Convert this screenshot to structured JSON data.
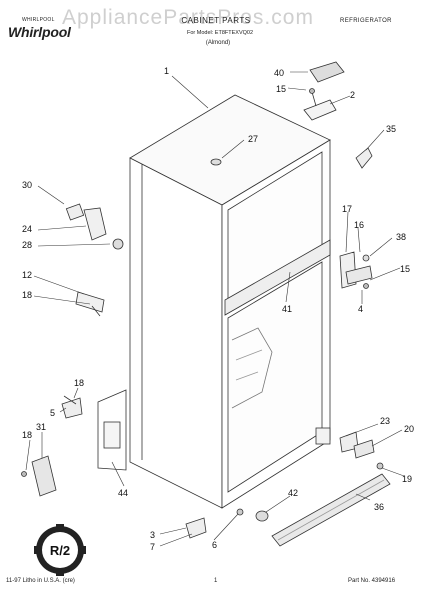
{
  "header": {
    "brand_small": "WHIRLPOOL",
    "brand": "Whirlpool",
    "watermark": "AppliancePartsPros.com",
    "title": "CABINET PARTS",
    "model": "For Model: ET8FTEXVQ02",
    "color": "(Almond)",
    "category": "REFRIGERATOR"
  },
  "callouts": [
    "1",
    "40",
    "15",
    "2",
    "27",
    "35",
    "30",
    "24",
    "28",
    "17",
    "16",
    "38",
    "12",
    "18",
    "15",
    "41",
    "4",
    "18",
    "5",
    "23",
    "20",
    "18",
    "31",
    "19",
    "44",
    "42",
    "36",
    "3",
    "7",
    "6"
  ],
  "logo": {
    "text": "R/2",
    "label": "parts-logo"
  },
  "footer": {
    "lithograph": "11-97 Litho in U.S.A. (cre)",
    "page": "1",
    "part_no": "Part No. 4394916"
  }
}
